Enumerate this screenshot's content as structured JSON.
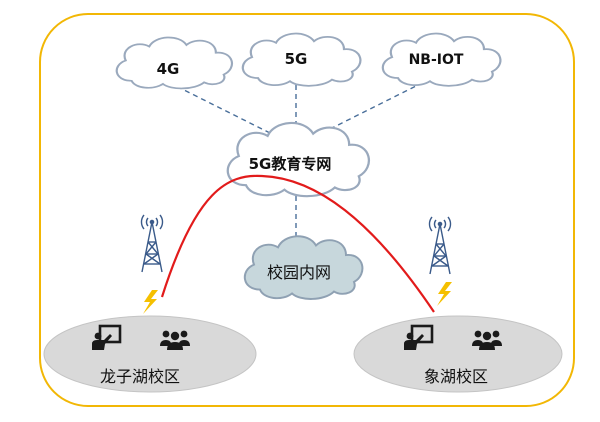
{
  "networks": {
    "n4g": "4G",
    "n5g": "5G",
    "nbiot": "NB-IOT"
  },
  "core": {
    "label": "5G教育专网"
  },
  "campus_net": {
    "label": "校园内网"
  },
  "campuses": {
    "left": {
      "label": "龙子湖校区"
    },
    "right": {
      "label": "象湖校区"
    }
  },
  "colors": {
    "frame": "#f2b705",
    "cloud_stroke": "#9aa9bd",
    "link_dash": "#4a6f9a",
    "arc": "#e21b1b",
    "campus_cloud_fill": "#c7d7dc",
    "ellipse_fill": "#d9d9d9",
    "tower": "#3a5a8a",
    "bolt": "#f5c000"
  },
  "icons": {
    "tower": "antenna-tower-icon",
    "board": "teacher-board-icon",
    "users": "user-group-icon",
    "signal": "lightning-icon"
  }
}
